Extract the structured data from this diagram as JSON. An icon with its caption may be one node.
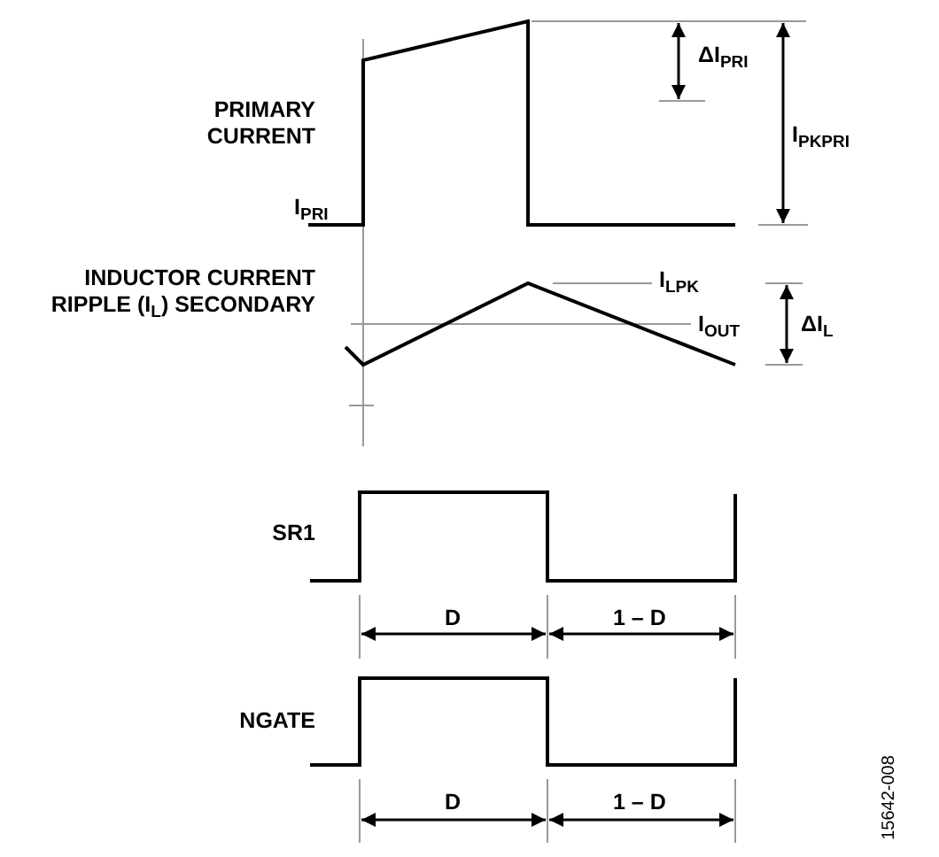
{
  "diagram": {
    "labels": [
      "ΔI$_{PRI}$",
      "PRIMARY CURRENT",
      "I$_{PKPRI}$",
      "I$_{PRI}$",
      "INDUCTOR CURRENT RIPPLE (I$_{L}$) SECONDARY",
      "I$_{LPK}$",
      "I$_{OUT}$",
      "ΔI$_{L}$",
      "SR1",
      "D",
      "1 – D",
      "NGATE",
      "D",
      "1 – D",
      "15642-008"
    ]
  }
}
